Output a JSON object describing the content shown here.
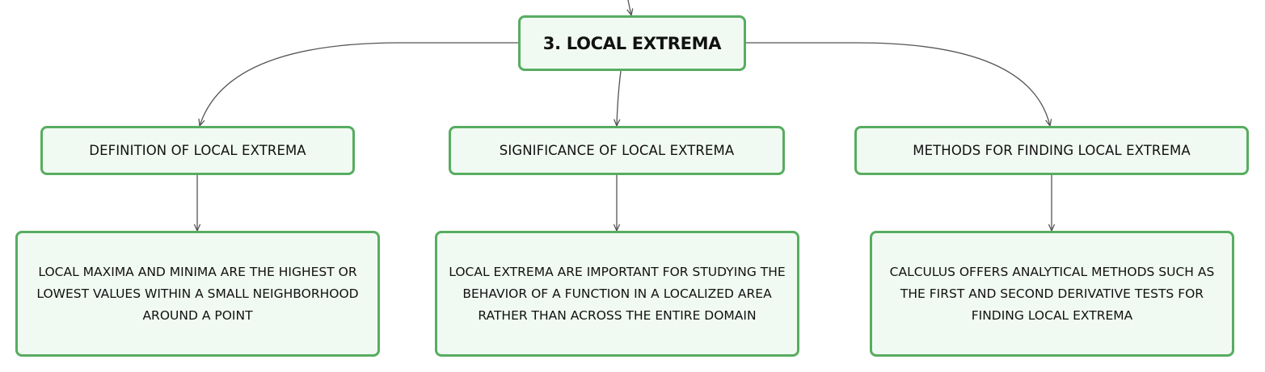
{
  "root": {
    "label": "3. LOCAL EXTREMA"
  },
  "branches": [
    {
      "label": "DEFINITION OF LOCAL EXTREMA",
      "detail": "LOCAL MAXIMA AND MINIMA ARE THE HIGHEST OR LOWEST VALUES WITHIN A SMALL NEIGHBORHOOD AROUND A POINT"
    },
    {
      "label": "SIGNIFICANCE OF LOCAL EXTREMA",
      "detail": "LOCAL EXTREMA ARE IMPORTANT FOR STUDYING THE BEHAVIOR OF A FUNCTION IN A LOCALIZED AREA RATHER THAN ACROSS THE ENTIRE DOMAIN"
    },
    {
      "label": "METHODS FOR FINDING LOCAL EXTREMA",
      "detail": "CALCULUS OFFERS ANALYTICAL METHODS SUCH AS THE FIRST AND SECOND DERIVATIVE TESTS FOR FINDING LOCAL EXTREMA"
    }
  ],
  "colors": {
    "node_border": "#57ad60",
    "node_fill": "#f1faf2",
    "connector": "#555555",
    "text": "#111111"
  }
}
